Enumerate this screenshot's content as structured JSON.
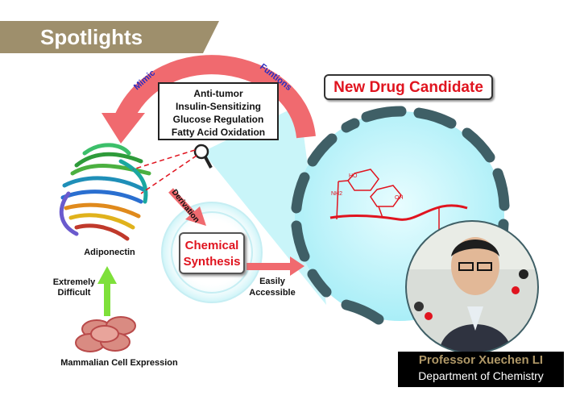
{
  "banner": {
    "title": "Spotlights"
  },
  "arc_labels": {
    "mimic": "Mimic",
    "funtions": "Funtions"
  },
  "functions": [
    "Anti-tumor",
    "Insulin-Sensitizing",
    "Glucose Regulation",
    "Fatty Acid Oxidation"
  ],
  "new_drug": "New Drug Candidate",
  "protein_label": "Adiponectin",
  "derivation": "Derivation",
  "chemical_synthesis": [
    "Chemical",
    "Synthesis"
  ],
  "easily_accessible": [
    "Easily",
    "Accessible"
  ],
  "extremely_difficult": [
    "Extremely",
    "Difficult"
  ],
  "cell_expression": "Mammalian Cell Expression",
  "molecule_labels": {
    "nh2": "NH2",
    "ho": "HO",
    "oh": "OH"
  },
  "person": {
    "name": "Professor Xuechen LI",
    "department": "Department of Chemistry"
  },
  "colors": {
    "banner": "#9e8f6c",
    "accent_red": "#e0141f",
    "arc": "#f06a6f",
    "green_arrow": "#7ee03a",
    "cyan": "#bff3f8",
    "membrane": "#3f5f66",
    "name_gold": "#b09867"
  }
}
